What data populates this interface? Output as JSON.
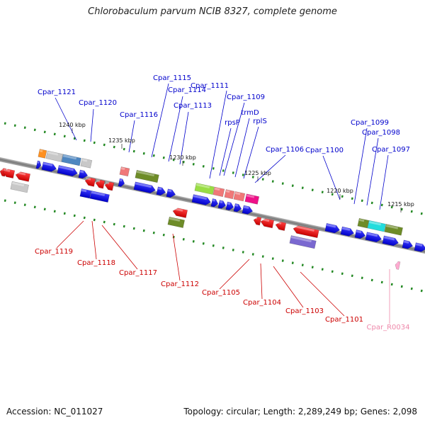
{
  "title": "Chlorobaculum parvum NCIB 8327, complete genome",
  "footer": {
    "accession": "Accession: NC_011027",
    "summary": "Topology: circular; Length: 2,289,249 bp; Genes: 2,098"
  },
  "colors": {
    "forward_label": "#0000cc",
    "reverse_label": "#cc0000",
    "rna_label": "#ee88aa",
    "forward_gene": "#0000ee",
    "reverse_gene": "#ee0000",
    "backbone": "#888888",
    "tick": "#228822"
  },
  "kbp_ticks": [
    "1240 kbp",
    "1235 kbp",
    "1230 kbp",
    "1225 kbp",
    "1220 kbp",
    "1215 kbp"
  ],
  "forward_labels": [
    "Cpar_1121",
    "Cpar_1120",
    "Cpar_1116",
    "Cpar_1115",
    "Cpar_1114",
    "Cpar_1113",
    "Cpar_1111",
    "Cpar_1109",
    "trmD",
    "rpsP",
    "rplS",
    "Cpar_1106",
    "Cpar_1100",
    "Cpar_1099",
    "Cpar_1098",
    "Cpar_1097"
  ],
  "reverse_labels": [
    "Cpar_1119",
    "Cpar_1118",
    "Cpar_1117",
    "Cpar_1112",
    "Cpar_1105",
    "Cpar_1104",
    "Cpar_1103",
    "Cpar_1101"
  ],
  "rna_labels": [
    "Cpar_R0034"
  ]
}
